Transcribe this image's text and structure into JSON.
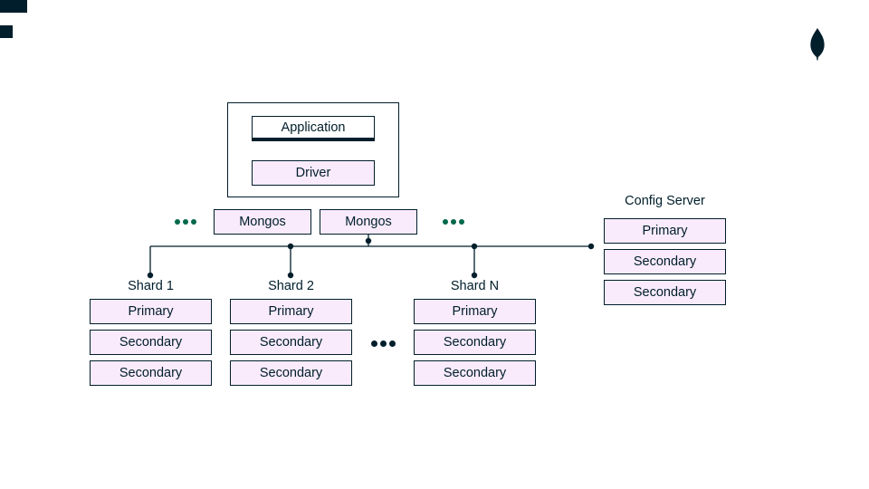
{
  "app_stack": {
    "application": "Application",
    "driver": "Driver"
  },
  "routers": {
    "mongos_1": "Mongos",
    "mongos_2": "Mongos"
  },
  "config_server": {
    "title": "Config Server",
    "nodes": [
      "Primary",
      "Secondary",
      "Secondary"
    ]
  },
  "shards": [
    {
      "title": "Shard 1",
      "nodes": [
        "Primary",
        "Secondary",
        "Secondary"
      ]
    },
    {
      "title": "Shard 2",
      "nodes": [
        "Primary",
        "Secondary",
        "Secondary"
      ]
    },
    {
      "title": "Shard N",
      "nodes": [
        "Primary",
        "Secondary",
        "Secondary"
      ]
    }
  ],
  "icons": {
    "logo": "mongodb-leaf-icon",
    "left_ellipsis": "ellipsis-green-left-icon",
    "right_ellipsis": "ellipsis-green-right-icon",
    "shard_ellipsis": "ellipsis-dark-icon"
  },
  "colors": {
    "background": "#ffffff",
    "node_fill": "#F9EBFC",
    "outline": "#001E2B",
    "text": "#001E2B",
    "accent_green": "#00684A"
  }
}
